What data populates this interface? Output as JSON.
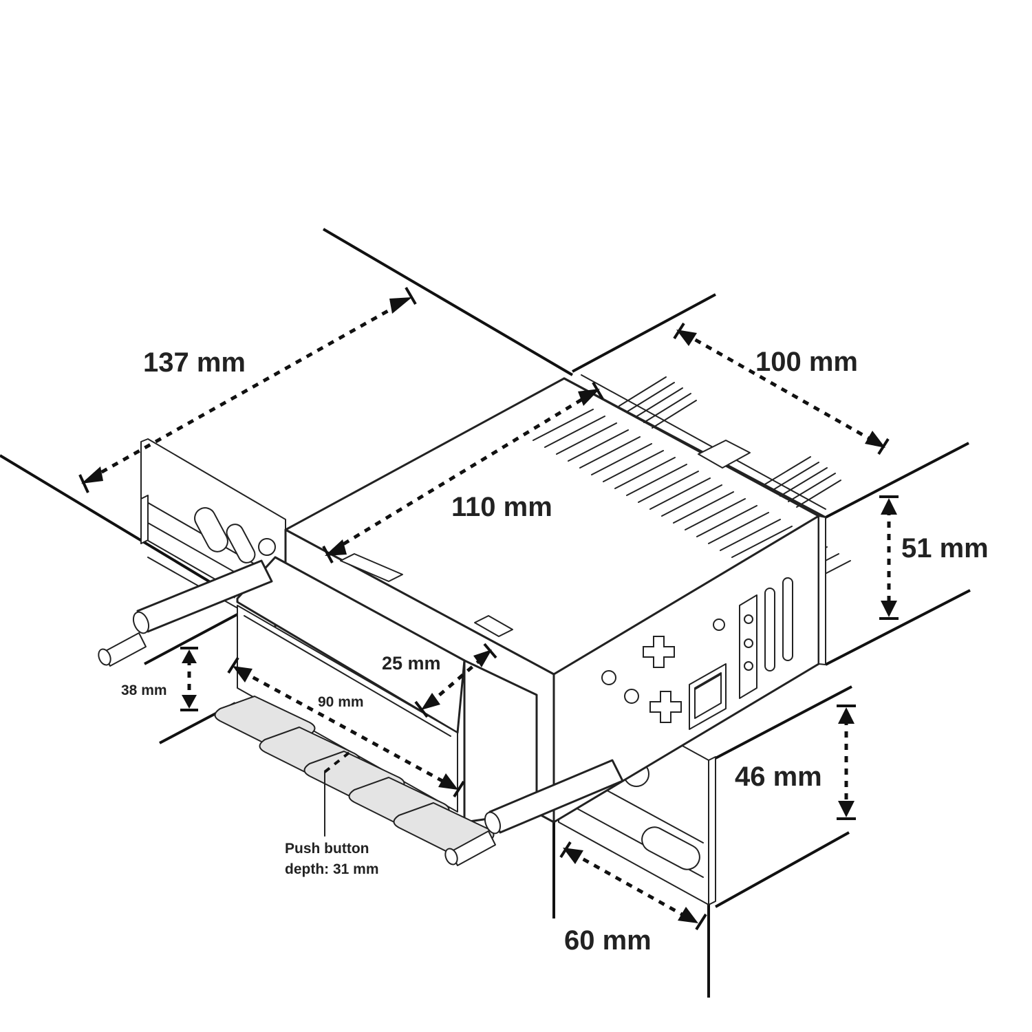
{
  "dimensions": {
    "length": "137 mm",
    "depth_back": "100 mm",
    "body_depth": "110 mm",
    "height_back": "51 mm",
    "height_front": "46 mm",
    "side_depth": "60 mm",
    "front_height": "38 mm",
    "front_width": "90 mm",
    "face_depth": "25 mm"
  },
  "annotation": {
    "line1": "Push button",
    "line2": "depth: 31 mm"
  }
}
